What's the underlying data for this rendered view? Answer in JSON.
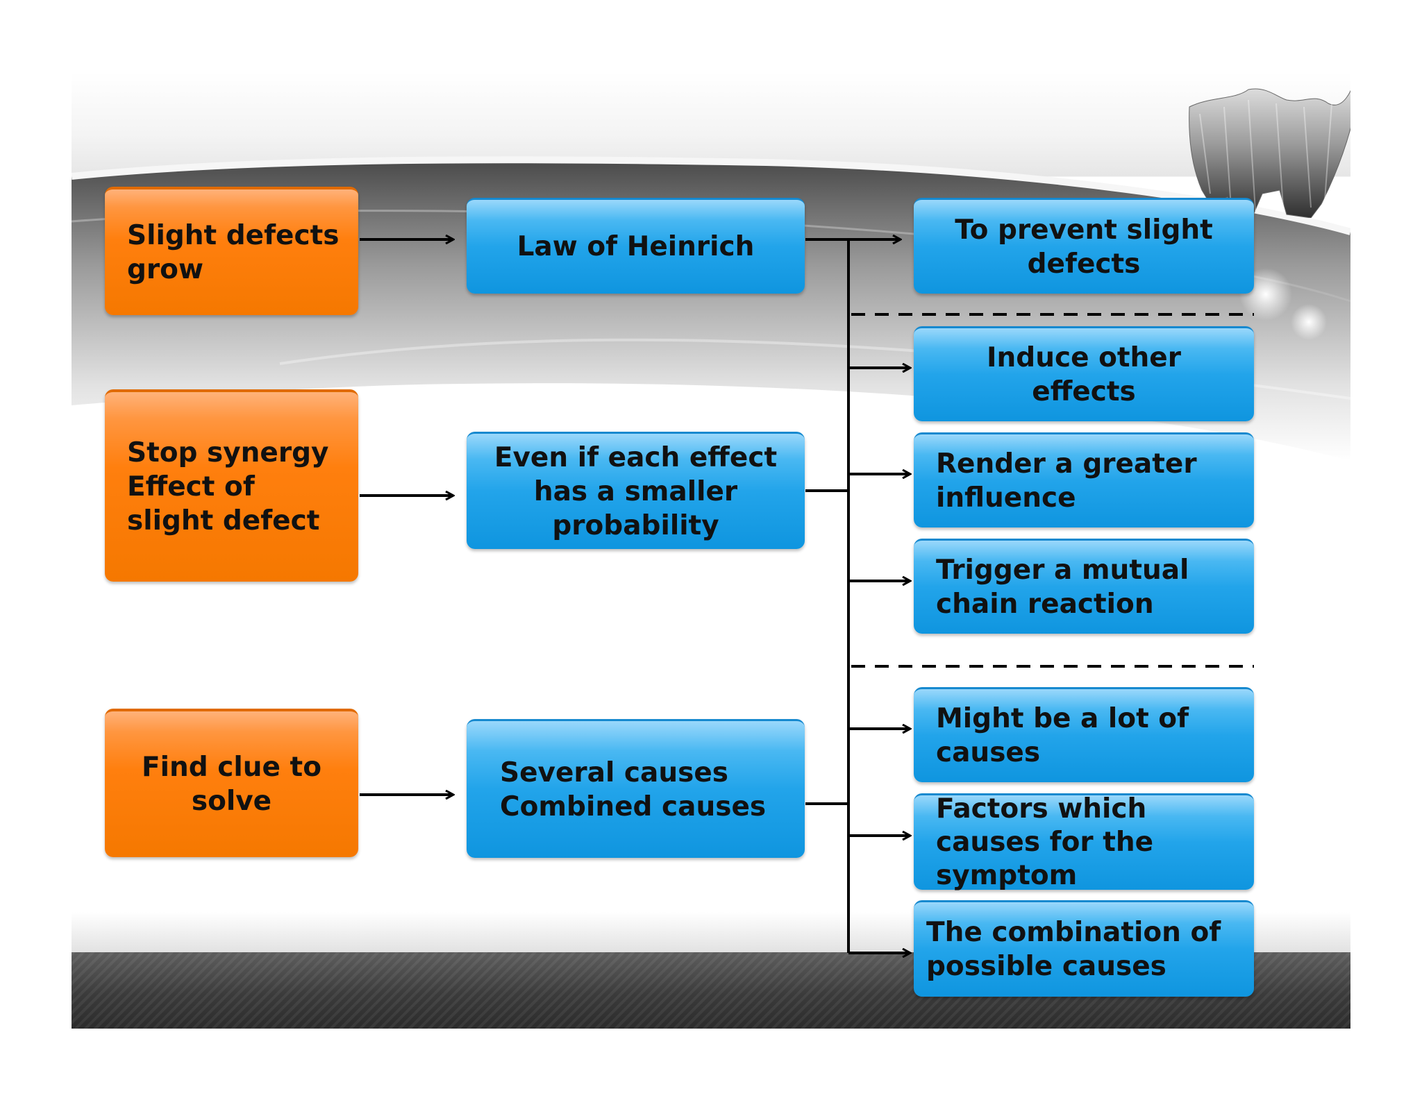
{
  "diagram": {
    "causes": [
      {
        "text": "Slight defects\ngrow"
      },
      {
        "text": "Stop synergy\nEffect of\nslight defect"
      },
      {
        "text": "Find clue to\nsolve"
      }
    ],
    "concepts": [
      {
        "text": "Law of Heinrich"
      },
      {
        "text": "Even if each effect\nhas a smaller\nprobability"
      },
      {
        "text": "Several causes\nCombined causes"
      }
    ],
    "outcomes": [
      {
        "text": "To prevent slight\ndefects"
      },
      {
        "text": "Induce other\neffects"
      },
      {
        "text": "Render a greater\ninfluence"
      },
      {
        "text": "Trigger a mutual\nchain reaction"
      },
      {
        "text": "Might be a lot of\ncauses"
      },
      {
        "text": "Factors which\ncauses for the\nsymptom"
      },
      {
        "text": "The combination of\npossible causes"
      }
    ]
  },
  "colors": {
    "cause_box": "#ff7f0e",
    "concept_box": "#22a4ea",
    "outcome_box": "#22a4ea",
    "connector": "#000000",
    "floor": "#3b3b3b"
  },
  "icons": [
    "world-map-3d-icon"
  ]
}
